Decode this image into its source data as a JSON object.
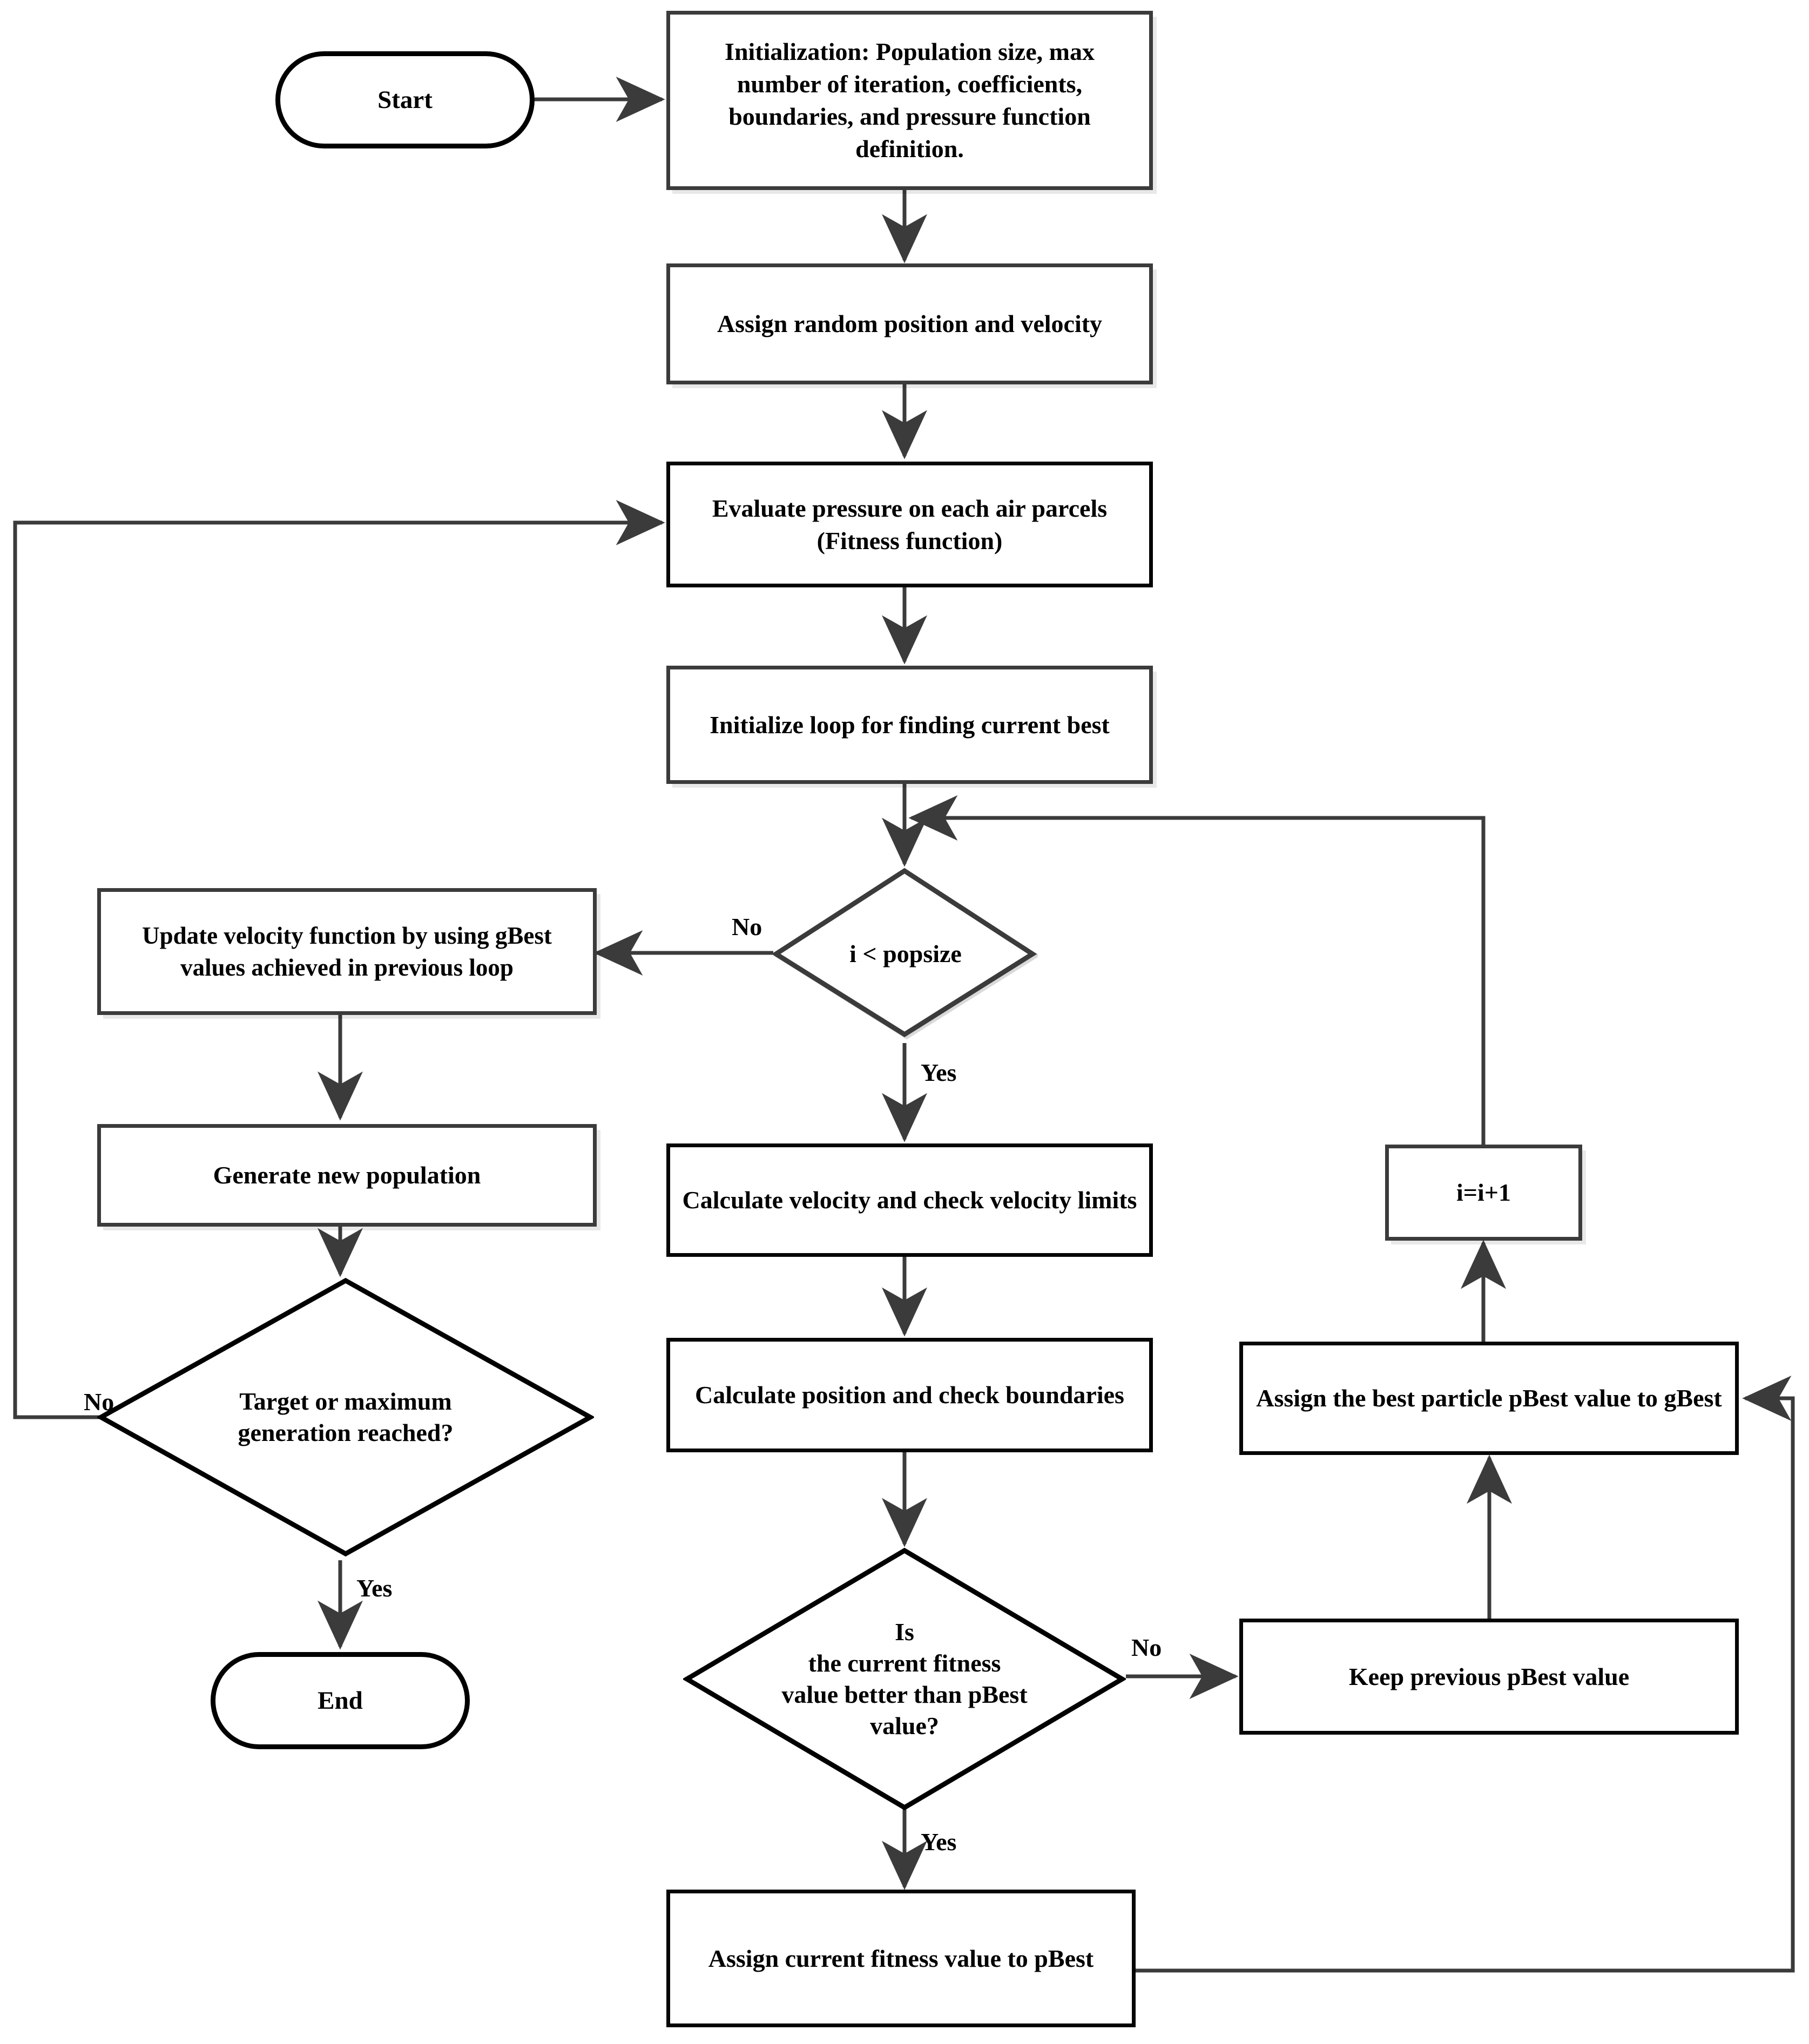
{
  "diagram": {
    "title": "Particle Swarm Optimization (PSO) algorithm flowchart",
    "line_color": "#3b3b3b",
    "shape_border_color": "#000000",
    "background": "#ffffff"
  },
  "nodes": {
    "start": {
      "label": "Start",
      "shape": "terminator"
    },
    "initialization": {
      "label": "Initialization: Population  size, max number of iteration, coefficients, boundaries, and pressure function definition.",
      "shape": "process"
    },
    "assign_random": {
      "label": "Assign random position and velocity",
      "shape": "process"
    },
    "evaluate_pressure": {
      "label": "Evaluate pressure on each air parcels (Fitness function)",
      "shape": "process"
    },
    "init_loop": {
      "label": "Initialize loop for finding current best",
      "shape": "process"
    },
    "i_lt_popsize": {
      "label": "i < popsize",
      "shape": "decision"
    },
    "update_velocity_fn": {
      "label": "Update velocity function by using gBest values achieved in previous loop",
      "shape": "process"
    },
    "generate_new_population": {
      "label": "Generate new population",
      "shape": "process"
    },
    "target_reached": {
      "label": "Target  or maximum generation reached?",
      "shape": "decision"
    },
    "end": {
      "label": "End",
      "shape": "terminator"
    },
    "calc_velocity": {
      "label": "Calculate velocity and check velocity limits",
      "shape": "process"
    },
    "calc_position": {
      "label": "Calculate position and check boundaries",
      "shape": "process"
    },
    "fitness_better": {
      "label": "Is\nthe current fitness\nvalue better than pBest\nvalue?",
      "shape": "decision"
    },
    "keep_pbest": {
      "label": "Keep previous pBest value",
      "shape": "process"
    },
    "assign_gbest": {
      "label": "Assign the best particle pBest value to gBest",
      "shape": "process"
    },
    "increment_i": {
      "label": "i=i+1",
      "shape": "process"
    },
    "assign_pbest": {
      "label": "Assign current fitness value to pBest",
      "shape": "process"
    }
  },
  "edge_labels": {
    "popsize_no": "No",
    "popsize_yes": "Yes",
    "target_no": "No",
    "target_yes": "Yes",
    "fitness_no": "No",
    "fitness_yes": "Yes"
  }
}
